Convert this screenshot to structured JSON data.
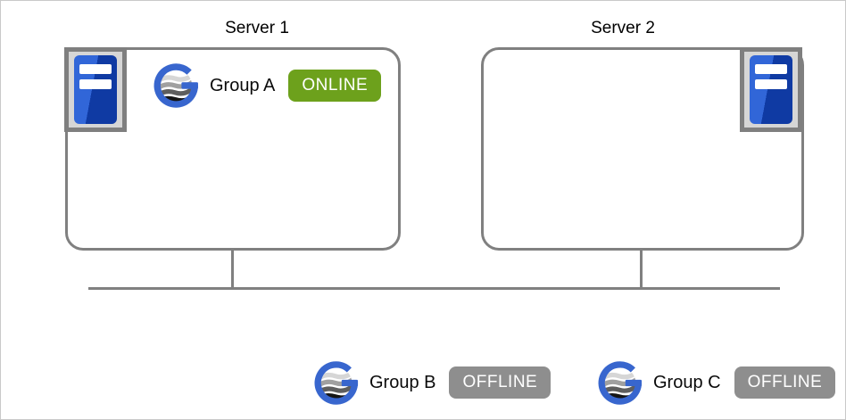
{
  "diagram": {
    "servers": [
      {
        "title": "Server 1",
        "groups": [
          {
            "name": "Group A",
            "status": "ONLINE"
          }
        ]
      },
      {
        "title": "Server 2",
        "groups": []
      }
    ],
    "offline_groups": [
      {
        "name": "Group B",
        "status": "OFFLINE"
      },
      {
        "name": "Group C",
        "status": "OFFLINE"
      }
    ],
    "icons": {
      "server": "server-rack-icon",
      "group": "availability-group-icon"
    },
    "colors": {
      "online_badge": "#6da11c",
      "offline_badge": "#8e8e8e",
      "badge_text": "#ffffff",
      "connector_gray": "#808080",
      "box_border_gray": "#808080",
      "logo_blue": "#3866ce",
      "server_icon_blue_light": "#3166d8",
      "server_icon_blue_dark": "#0f3aa3",
      "icon_frame_fill": "#d6d6d6",
      "icon_frame_border": "#7f7f7f"
    }
  }
}
